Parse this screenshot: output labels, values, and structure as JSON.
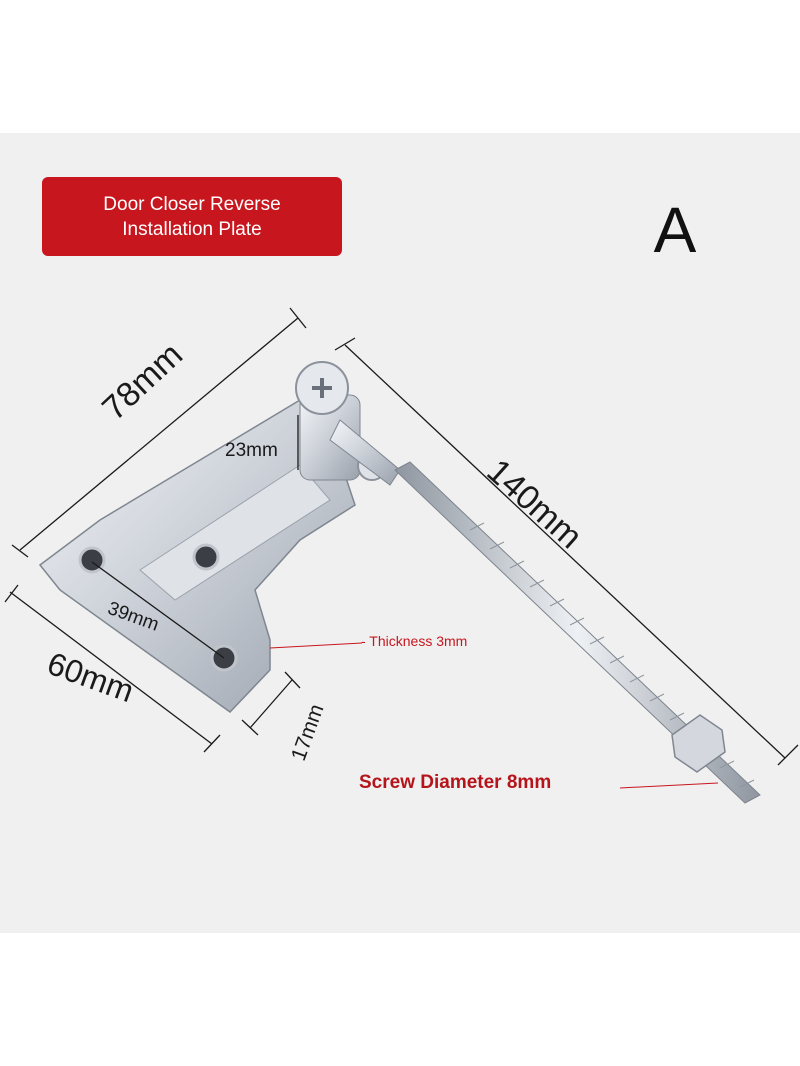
{
  "badge": {
    "line1": "Door Closer Reverse",
    "line2": "Installation Plate"
  },
  "variant": "A",
  "dimensions": {
    "width_top": "78mm",
    "rod_length": "140mm",
    "height_link": "23mm",
    "base_width": "60mm",
    "hole_spacing": "39mm",
    "leg_width": "17mm"
  },
  "notes": {
    "thickness": "- Thickness 3mm",
    "screw": "Screw Diameter 8mm"
  },
  "colors": {
    "badge_bg": "#c8161e",
    "note_text": "#c8161e",
    "panel_bg": "#f0f0f0"
  }
}
